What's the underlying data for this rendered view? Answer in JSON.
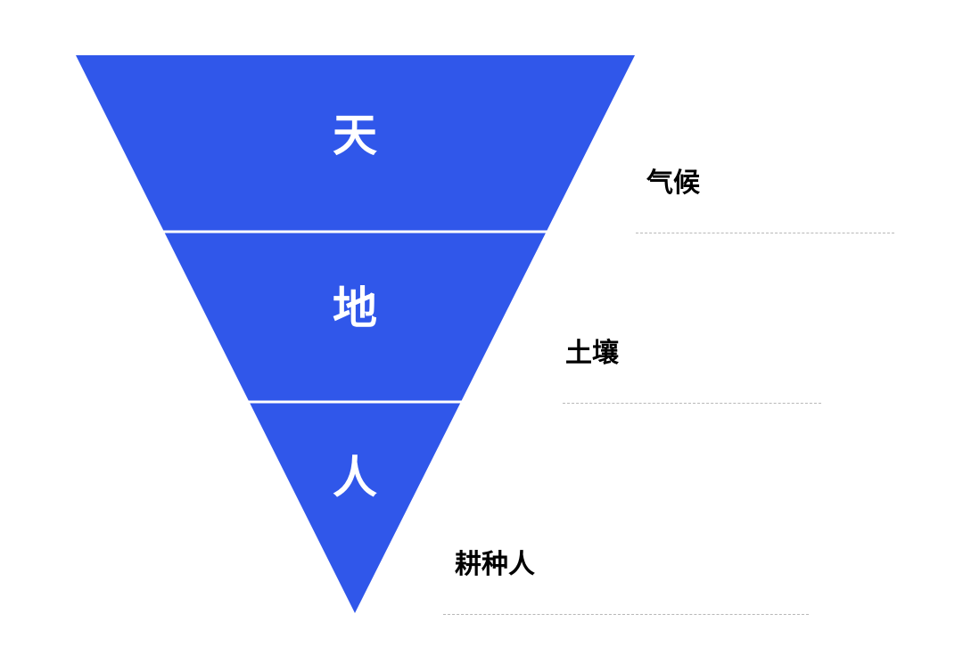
{
  "colors": {
    "pyramid": "#3057EA",
    "divider": "#ffffff",
    "dash": "#b8b8b8"
  },
  "tiers": [
    {
      "label": "天",
      "annotation": "气候"
    },
    {
      "label": "地",
      "annotation": "土壤"
    },
    {
      "label": "人",
      "annotation": "耕种人"
    }
  ]
}
